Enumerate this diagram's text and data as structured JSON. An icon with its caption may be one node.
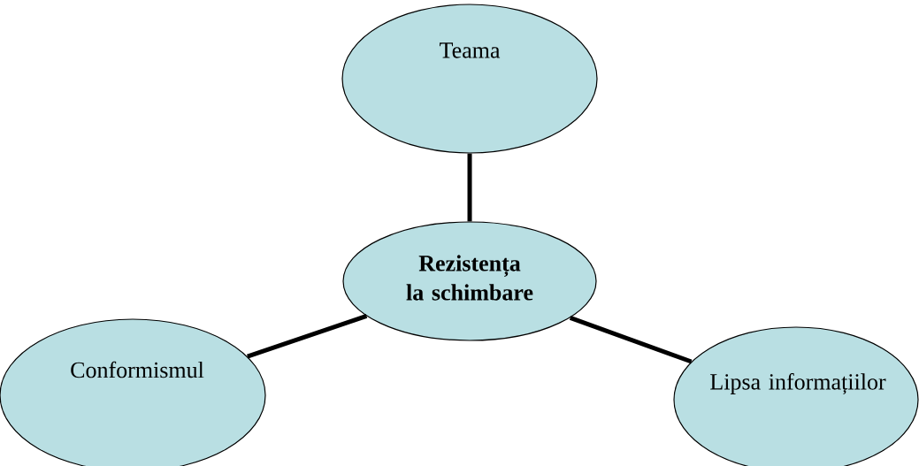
{
  "diagram": {
    "nodes": [
      {
        "text": [
          "Teama"
        ]
      },
      {
        "text": [
          "Rezistența la schimbare"
        ]
      },
      {
        "text": [
          "Conformismul"
        ]
      },
      {
        "text": [
          "Lipsa informațiilor"
        ]
      }
    ],
    "edges": [
      {
        "from": 1,
        "to": 0,
        "arrow": "none"
      },
      {
        "from": 1,
        "to": 2,
        "arrow": "none"
      },
      {
        "from": 1,
        "to": 3,
        "arrow": "none"
      }
    ]
  }
}
